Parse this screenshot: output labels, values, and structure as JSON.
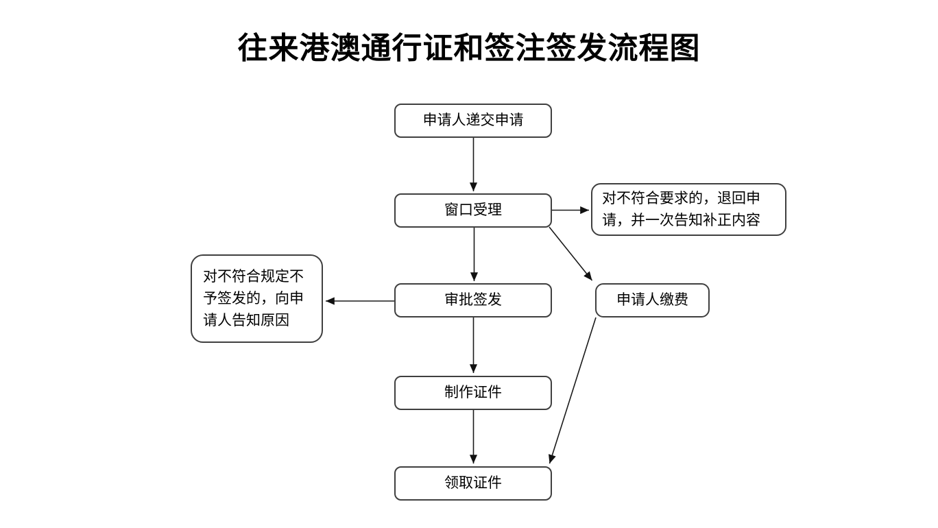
{
  "title": "往来港澳通行证和签注签发流程图",
  "colors": {
    "background": "#ffffff",
    "box_border": "#3f3f3f",
    "arrow": "#1a1a1a",
    "text": "#000000"
  },
  "flowchart": {
    "nodes": {
      "submit": {
        "label": "申请人递交申请"
      },
      "accept": {
        "label": "窗口受理"
      },
      "reject": {
        "label": "对不符合要求的，退回申\n请，并一次告知补正内容"
      },
      "approve": {
        "label": "审批签发"
      },
      "notify": {
        "label": "对不符合规定不\n予签发的，向申\n请人告知原因"
      },
      "pay": {
        "label": "申请人缴费"
      },
      "produce": {
        "label": "制作证件"
      },
      "collect": {
        "label": "领取证件"
      }
    },
    "edges": [
      {
        "from": "submit",
        "to": "accept"
      },
      {
        "from": "accept",
        "to": "reject"
      },
      {
        "from": "accept",
        "to": "approve"
      },
      {
        "from": "accept",
        "to": "pay"
      },
      {
        "from": "approve",
        "to": "notify"
      },
      {
        "from": "approve",
        "to": "produce"
      },
      {
        "from": "produce",
        "to": "collect"
      },
      {
        "from": "pay",
        "to": "collect"
      }
    ]
  }
}
